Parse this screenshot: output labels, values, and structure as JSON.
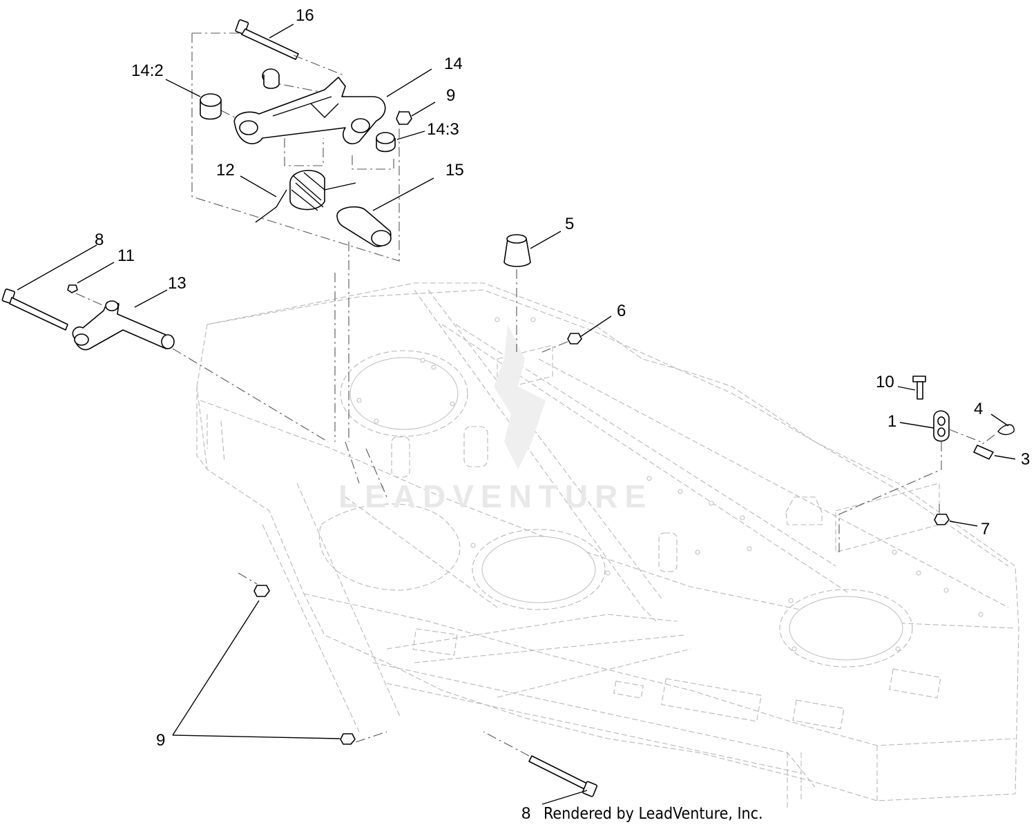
{
  "callouts": {
    "c16": "16",
    "c14_2": "14:2",
    "c14": "14",
    "c9_top": "9",
    "c14_3": "14:3",
    "c12": "12",
    "c15": "15",
    "c5": "5",
    "c8_left": "8",
    "c11": "11",
    "c13": "13",
    "c6": "6",
    "c10": "10",
    "c4": "4",
    "c1": "1",
    "c3": "3",
    "c7": "7",
    "c9_bottom": "9",
    "c8_bottom": "8"
  },
  "credit": "Rendered by LeadVenture, Inc.",
  "watermark": "LEADVENTURE",
  "colors": {
    "ink": "#000000",
    "ghost": "#b7b7b7",
    "watermark": "#e8e8e8"
  }
}
